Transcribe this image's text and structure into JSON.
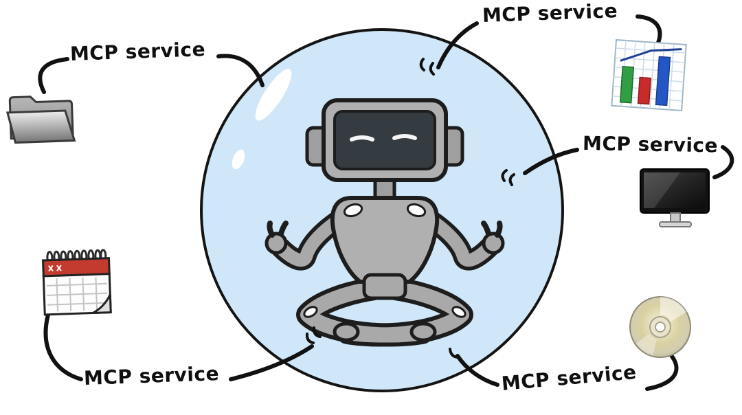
{
  "diagram": {
    "description": "Meditating robot inside a bubble connected to surrounding MCP services",
    "labels": [
      {
        "id": "top-left",
        "text": "MCP service"
      },
      {
        "id": "top-center",
        "text": "MCP service"
      },
      {
        "id": "right",
        "text": "MCP service"
      },
      {
        "id": "bottom-left",
        "text": "MCP service"
      },
      {
        "id": "bottom-right",
        "text": "MCP service"
      }
    ],
    "icons": [
      {
        "name": "folder-icon",
        "position": "top-left"
      },
      {
        "name": "bar-chart-icon",
        "position": "top-right"
      },
      {
        "name": "monitor-icon",
        "position": "right"
      },
      {
        "name": "calendar-icon",
        "position": "bottom-left"
      },
      {
        "name": "cd-disc-icon",
        "position": "bottom-right"
      }
    ],
    "colors": {
      "background": "#ffffff",
      "bubble_fill": "#cfe7f8",
      "outline": "#141414",
      "robot_gray": "#b0b0b0",
      "calendar_red": "#c23b2e",
      "bar_green": "#2f9e44",
      "bar_red": "#c92a2a",
      "bar_blue": "#2457c5"
    }
  }
}
